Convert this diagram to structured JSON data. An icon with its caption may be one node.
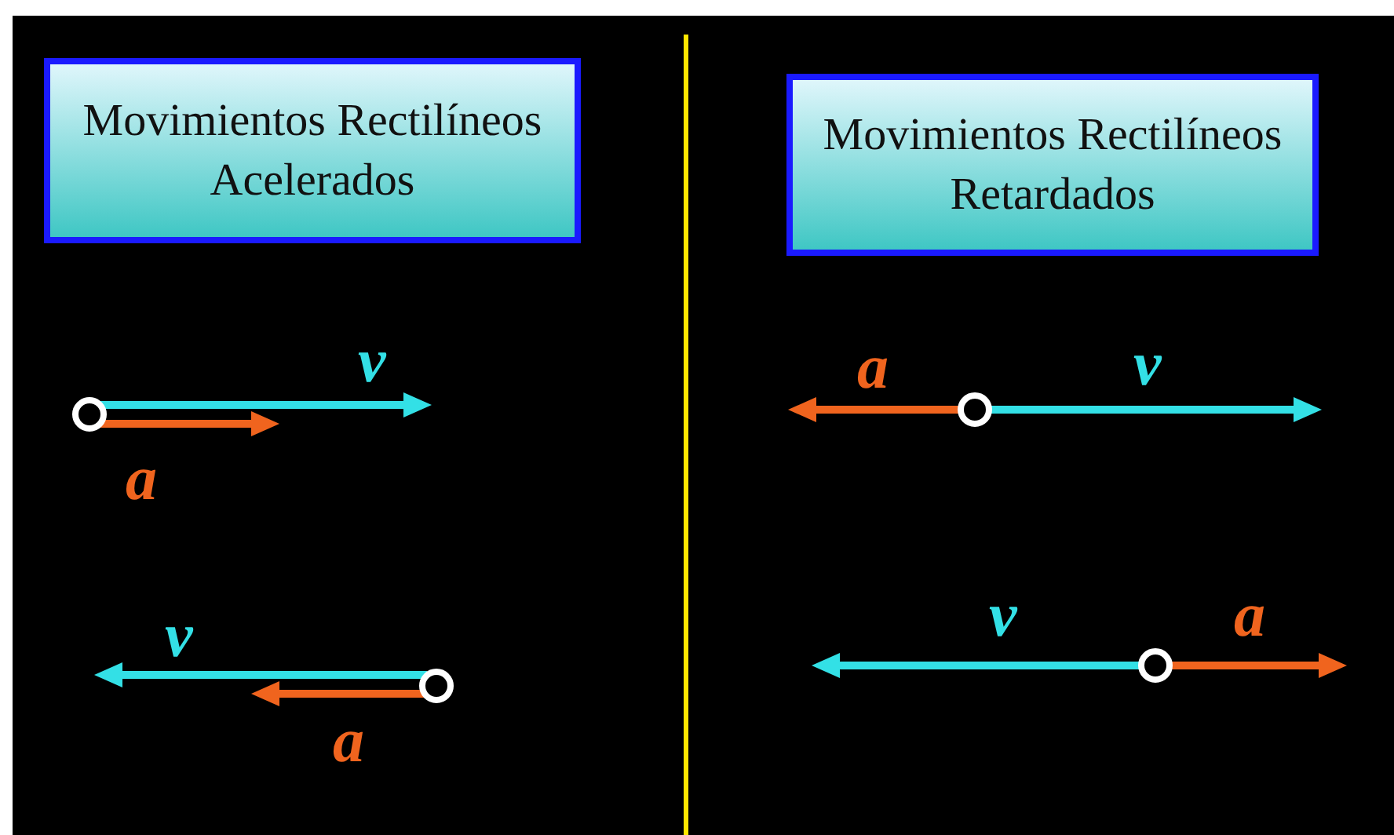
{
  "diagram": {
    "nodes": [
      {
        "text": [
          "Movimientos Rectilíneos Acelerados"
        ]
      },
      {
        "text": [
          "Movimientos Rectilíneos Retardados"
        ]
      }
    ],
    "labels": [
      "v",
      "a",
      "v",
      "a",
      "a",
      "v",
      "v",
      "a"
    ]
  }
}
